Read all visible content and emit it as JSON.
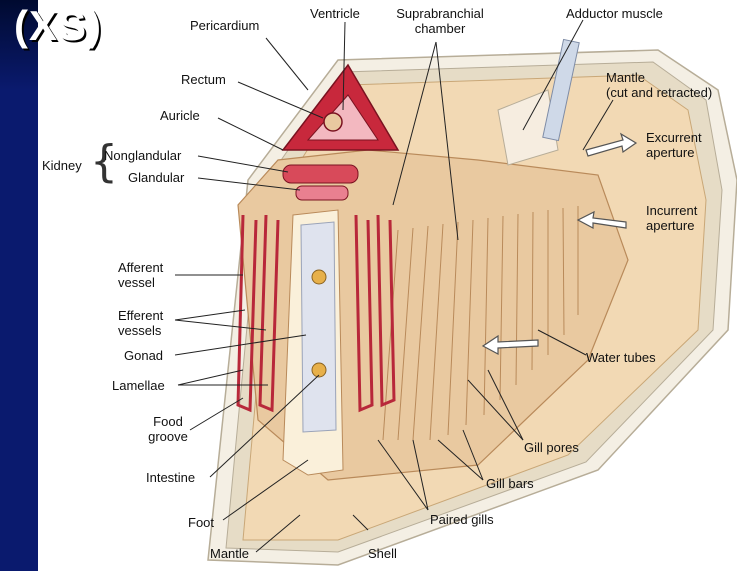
{
  "slide": {
    "title": "(XS)"
  },
  "labels": {
    "pericardium": "Pericardium",
    "ventricle": "Ventricle",
    "suprabranchial_1": "Suprabranchial",
    "suprabranchial_2": "chamber",
    "adductor": "Adductor muscle",
    "mantle_top_1": "Mantle",
    "mantle_top_2": "(cut and retracted)",
    "rectum": "Rectum",
    "auricle": "Auricle",
    "kidney": "Kidney",
    "nonglandular": "Nonglandular",
    "glandular": "Glandular",
    "excurrent_1": "Excurrent",
    "excurrent_2": "aperture",
    "incurrent_1": "Incurrent",
    "incurrent_2": "aperture",
    "afferent_1": "Afferent",
    "afferent_2": "vessel",
    "efferent_1": "Efferent",
    "efferent_2": "vessels",
    "gonad": "Gonad",
    "lamellae": "Lamellae",
    "food_1": "Food",
    "food_2": "groove",
    "intestine": "Intestine",
    "foot": "Foot",
    "mantle_bottom": "Mantle",
    "shell": "Shell",
    "paired_gills": "Paired gills",
    "gill_bars": "Gill bars",
    "gill_pores": "Gill pores",
    "water_tubes": "Water tubes"
  },
  "colors": {
    "background": "#0a1a6e",
    "tissue": "#e9c9a0",
    "heart": "#c8283c",
    "gonad": "#dfe3ee"
  }
}
